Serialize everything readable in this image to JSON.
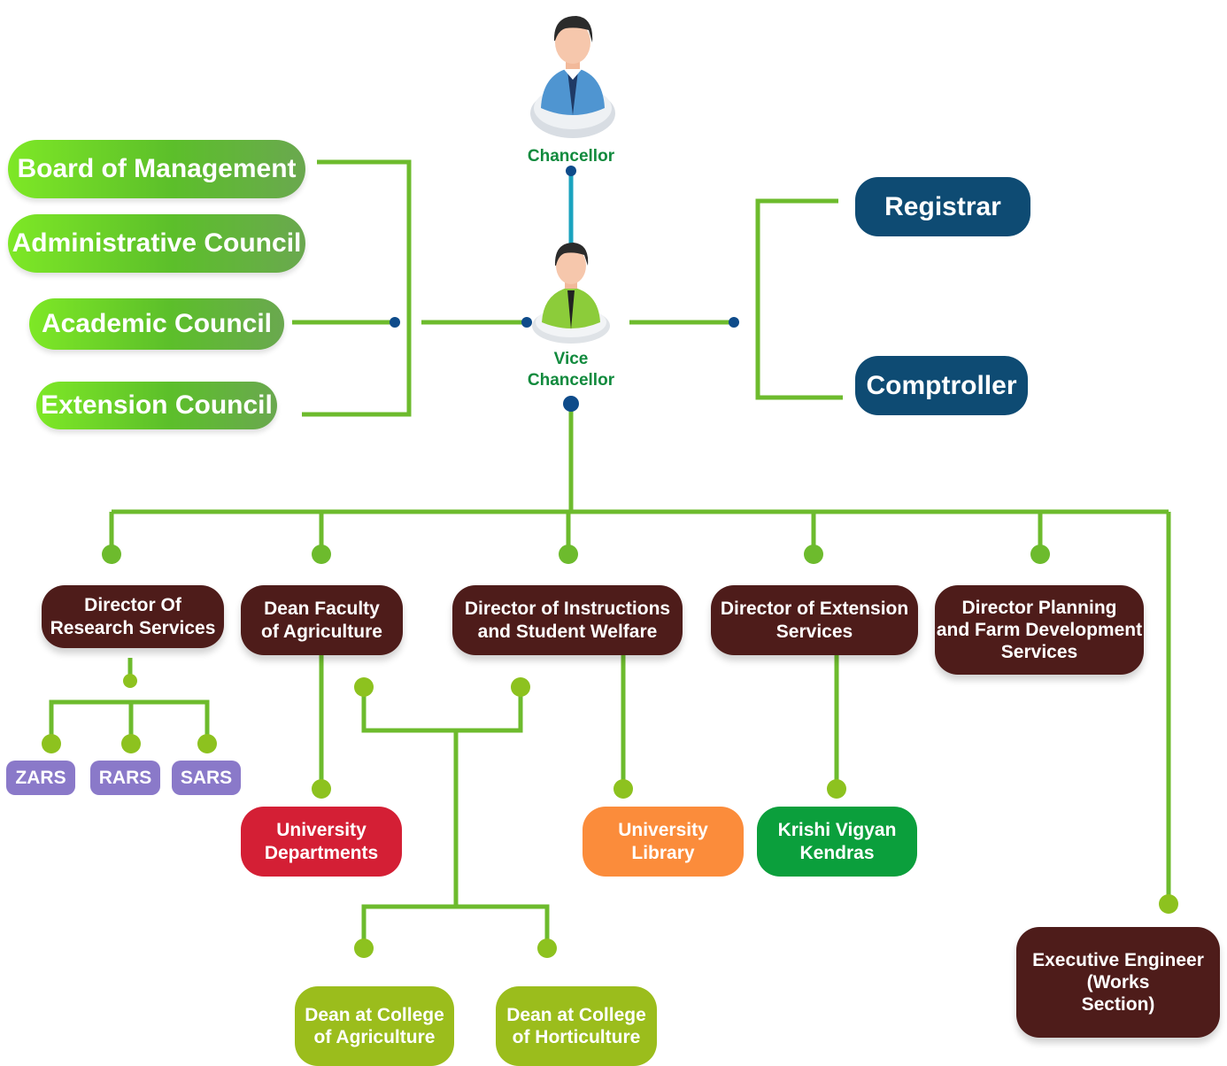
{
  "chancellor": {
    "label": "Chancellor",
    "icon": "chancellor-avatar-icon"
  },
  "vice_chancellor": {
    "label": "Vice\nChancellor",
    "icon": "vice-chancellor-avatar-icon"
  },
  "councils": [
    "Board of Management",
    "Administrative Council",
    "Academic Council",
    "Extension Council"
  ],
  "officers": [
    "Registrar",
    "Comptroller"
  ],
  "directors": [
    "Director Of\nResearch Services",
    "Dean Faculty\nof Agriculture",
    "Director of Instructions\nand Student Welfare",
    "Director of Extension\nServices",
    "Director Planning\nand Farm Development\nServices"
  ],
  "stations": [
    "ZARS",
    "RARS",
    "SARS"
  ],
  "units": {
    "university_departments": "University\nDepartments",
    "university_library": "University\nLibrary",
    "kvk": "Krishi Vigyan\nKendras"
  },
  "colleges": [
    "Dean at College\nof Agriculture",
    "Dean at College\nof Horticulture"
  ],
  "executive_engineer": "Executive Engineer\n(Works\nSection)",
  "colors": {
    "line_green": "#6dbb2d",
    "line_teal": "#1aa3bf",
    "dot_navy": "#0e4b8a",
    "maroon": "#4e1c1a",
    "navy": "#0e4b73",
    "purple": "#8a79c9",
    "red": "#d41f35",
    "orange": "#fb8c3b",
    "dark_green": "#0b9f3c",
    "lime": "#9bbd1c",
    "label_green": "#118a3d"
  }
}
